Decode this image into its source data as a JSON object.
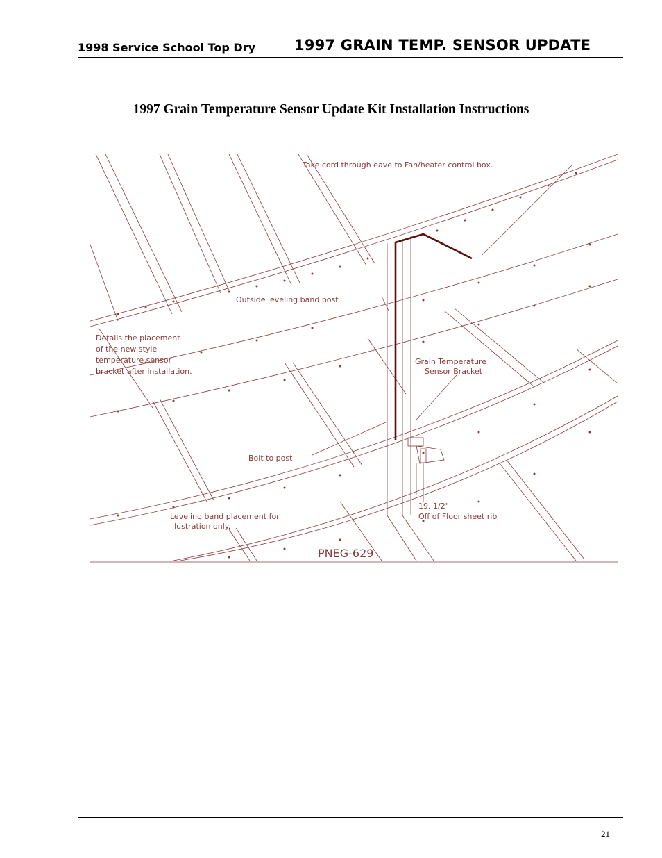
{
  "header": {
    "left": "1998 Service School Top Dry",
    "right": "1997 GRAIN TEMP. SENSOR UPDATE"
  },
  "title": "1997 Grain Temperature Sensor Update Kit Installation Instructions",
  "figure": {
    "labels": {
      "take_cord": "Take cord through eave to Fan/heater control box.",
      "outside_post": "Outside leveling band post",
      "details_1": "Details the placement",
      "details_2": "of the new style",
      "details_3": "temperature sensor",
      "details_4": "bracket after installation.",
      "bracket_1": "Grain Temperature",
      "bracket_2": "Sensor Bracket",
      "bolt": "Bolt to post",
      "measure_1": "19. 1/2\"",
      "measure_2": "Off of Floor sheet rib",
      "leveling_1": "Leveling band placement for",
      "leveling_2": "illustration only.",
      "drawing_id": "PNEG-629"
    },
    "colors": {
      "line": "#8b3a3a",
      "cord": "#5a0f0f"
    }
  },
  "page_number": "21"
}
